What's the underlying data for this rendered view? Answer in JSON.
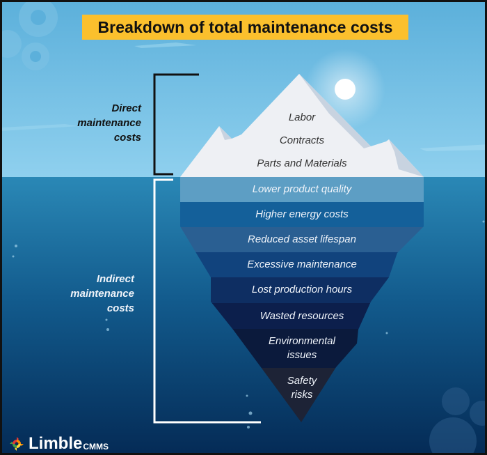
{
  "title": "Breakdown of total maintenance costs",
  "colors": {
    "title_bg": "#fbc02d",
    "sky_top": "#5fb3dd",
    "sky_bottom": "#9fd6ef",
    "water_top": "#2a86b4",
    "water_bottom": "#05305c",
    "ice": "#eef0f4"
  },
  "direct": {
    "label_line1": "Direct",
    "label_line2": "maintenance",
    "label_line3": "costs",
    "items": [
      "Labor",
      "Contracts",
      "Parts and Materials"
    ]
  },
  "indirect": {
    "label_line1": "Indirect",
    "label_line2": "maintenance",
    "label_line3": "costs",
    "items": [
      {
        "line1": "Lower product quality",
        "color": "#5d9ec4"
      },
      {
        "line1": "Higher energy costs",
        "color": "#14609a"
      },
      {
        "line1": "Reduced asset lifespan",
        "color": "#2a5f92"
      },
      {
        "line1": "Excessive maintenance",
        "color": "#11437d"
      },
      {
        "line1": "Lost production hours",
        "color": "#0e2e62"
      },
      {
        "line1": "Wasted resources",
        "color": "#0c1f4c"
      },
      {
        "line1": "Environmental",
        "line2": "issues",
        "color": "#0b1a3c"
      },
      {
        "line1": "Safety",
        "line2": "risks",
        "color": "#1d2336"
      }
    ]
  },
  "logo": {
    "name": "Limble",
    "suffix": "CMMS"
  }
}
